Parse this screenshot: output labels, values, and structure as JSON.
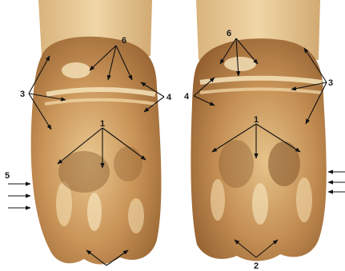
{
  "figure": {
    "labels": {
      "n1_left": "1",
      "n1_right": "1",
      "n2": "2",
      "n3_left": "3",
      "n3_right": "3",
      "n4_left": "4",
      "n4_right": "4",
      "n5": "5",
      "n6_left": "6",
      "n6_right": "6"
    },
    "colors": {
      "tooth_base": "#c9955a",
      "tooth_light": "#f3dcae",
      "tooth_dark": "#8a5a2c",
      "root": "#e2bf8a",
      "arrow": "#111111"
    }
  }
}
